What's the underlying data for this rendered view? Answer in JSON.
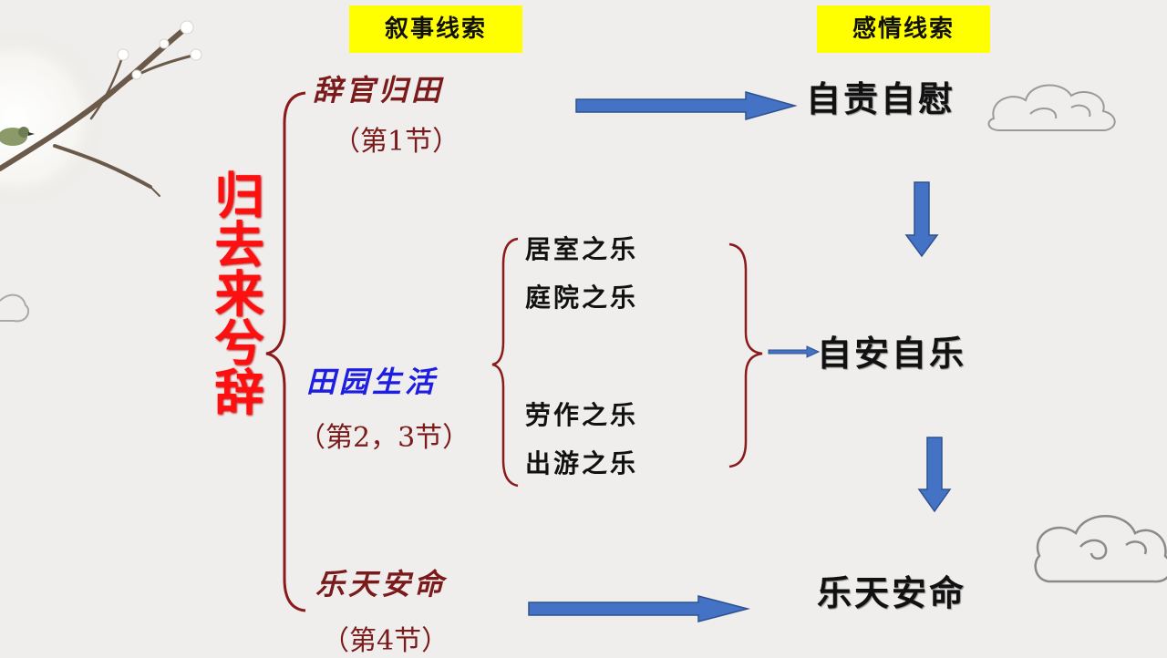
{
  "headers": {
    "narrative": "叙事线索",
    "emotion": "感情线索"
  },
  "title": "归去来兮辞",
  "narrative": [
    {
      "name": "辞官归田",
      "section": "（第1节）"
    },
    {
      "name": "田园生活",
      "section": "（第2，3节）"
    },
    {
      "name": "乐天安命",
      "section": "（第4节）"
    }
  ],
  "joys": [
    "居室之乐",
    "庭院之乐",
    "劳作之乐",
    "出游之乐"
  ],
  "emotions": [
    "自责自慰",
    "自安自乐",
    "乐天安命"
  ],
  "colors": {
    "highlight": "#ffff00",
    "maroon": "#7a1a1a",
    "blue_text": "#1e1ee0",
    "red_title": "#ff1010",
    "arrow_fill": "#4472c4",
    "arrow_stroke": "#2f528f",
    "brace": "#8b1a1a"
  }
}
